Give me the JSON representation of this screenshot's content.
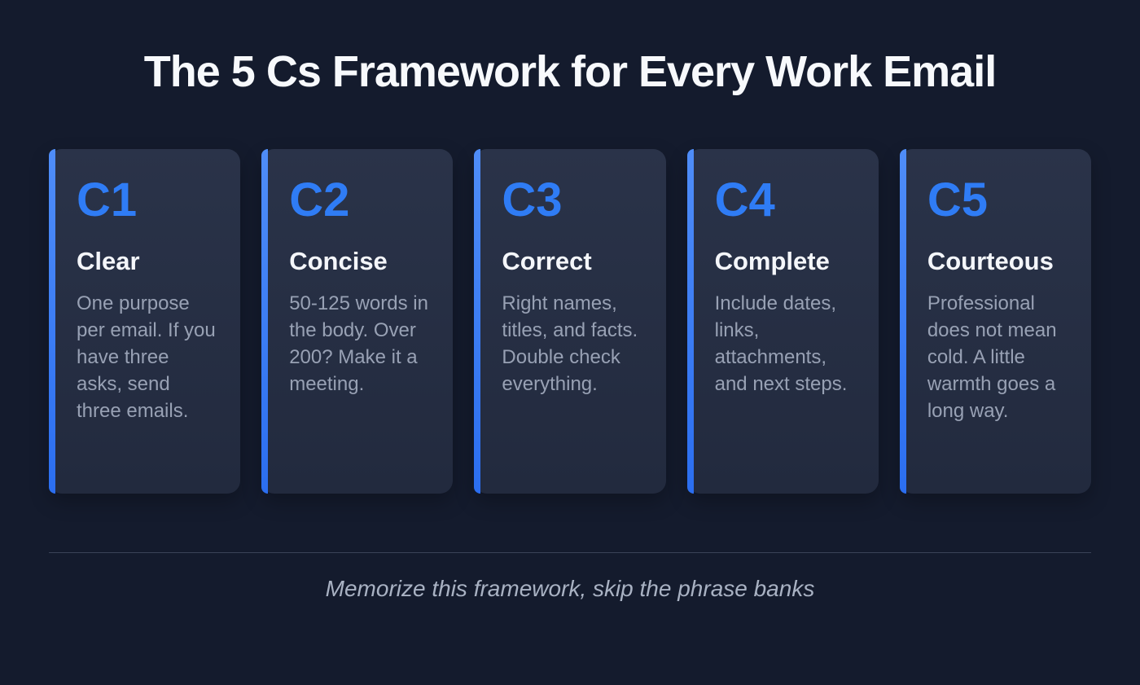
{
  "page": {
    "title": "The 5 Cs Framework for Every Work Email",
    "footer": "Memorize this framework, skip the phrase banks"
  },
  "colors": {
    "background": "#141b2d",
    "card_background": "#283045",
    "accent_blue": "#2f7cf5",
    "heading_white": "#f4f6fa",
    "body_gray": "#98a1b4",
    "divider_gray": "#3a4357",
    "footer_gray": "#a9b2c3"
  },
  "cards": [
    {
      "code": "C1",
      "title": "Clear",
      "description": "One purpose per email. If you have three asks, send three emails."
    },
    {
      "code": "C2",
      "title": "Concise",
      "description": "50-125 words in the body. Over 200? Make it a meeting."
    },
    {
      "code": "C3",
      "title": "Correct",
      "description": "Right names, titles, and facts. Double check everything."
    },
    {
      "code": "C4",
      "title": "Complete",
      "description": "Include dates, links, attachments, and next steps."
    },
    {
      "code": "C5",
      "title": "Courteous",
      "description": "Professional does not mean cold. A little warmth goes a long way."
    }
  ]
}
